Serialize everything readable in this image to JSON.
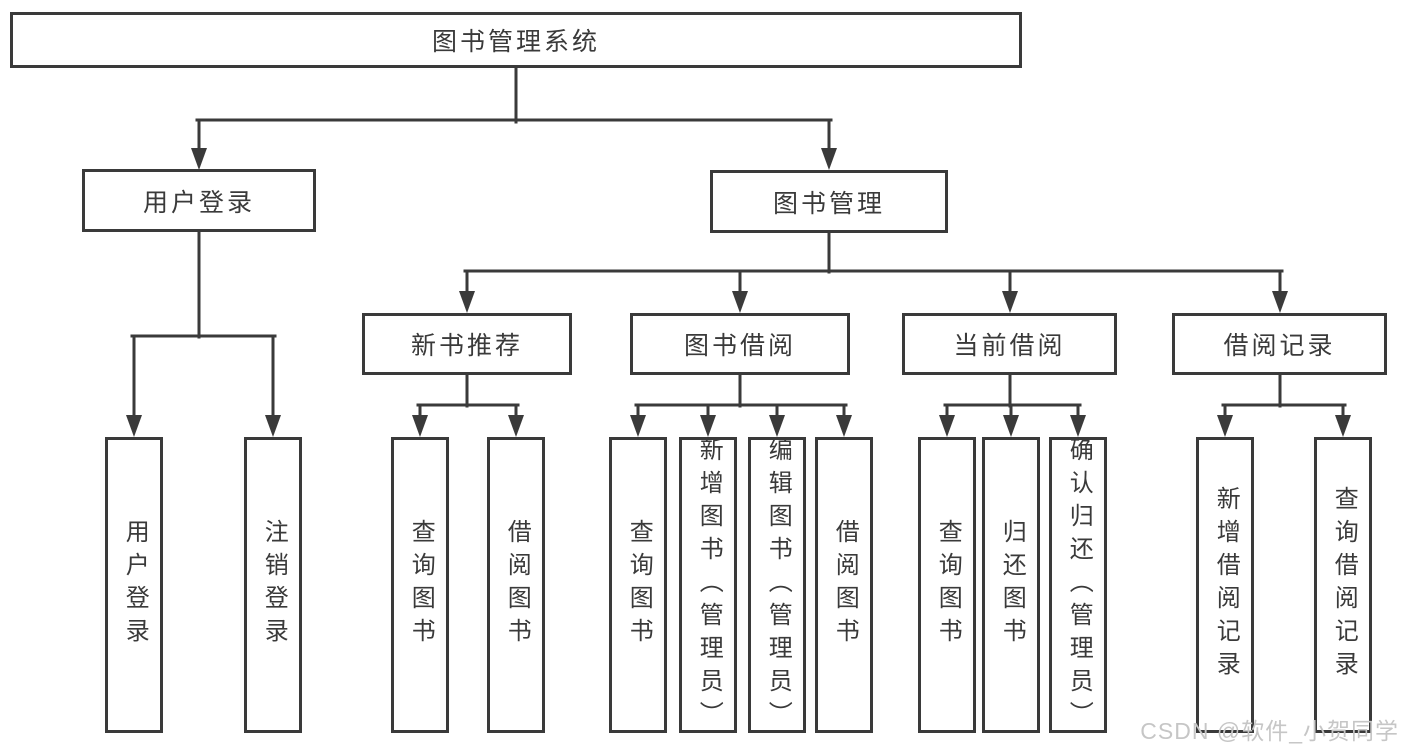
{
  "diagram_type": "hierarchy-tree",
  "colors": {
    "background": "#ffffff",
    "line": "#3a3a3a",
    "text": "#3a3a3a",
    "watermark": "#c6c6c6"
  },
  "tree": {
    "root": {
      "label": "图书管理系统",
      "children": [
        {
          "label": "用户登录",
          "children": [
            {
              "label": "用户登录"
            },
            {
              "label": "注销登录"
            }
          ]
        },
        {
          "label": "图书管理",
          "children": [
            {
              "label": "新书推荐",
              "children": [
                {
                  "label": "查询图书"
                },
                {
                  "label": "借阅图书"
                }
              ]
            },
            {
              "label": "图书借阅",
              "children": [
                {
                  "label": "查询图书"
                },
                {
                  "label": "新增图书（管理员）"
                },
                {
                  "label": "编辑图书（管理员）"
                },
                {
                  "label": "借阅图书"
                }
              ]
            },
            {
              "label": "当前借阅",
              "children": [
                {
                  "label": "查询图书"
                },
                {
                  "label": "归还图书"
                },
                {
                  "label": "确认归还（管理员）"
                }
              ]
            },
            {
              "label": "借阅记录",
              "children": [
                {
                  "label": "新增借阅记录"
                },
                {
                  "label": "查询借阅记录"
                }
              ]
            }
          ]
        }
      ]
    }
  },
  "watermark": {
    "text": "CSDN @软件_小贺同学"
  }
}
